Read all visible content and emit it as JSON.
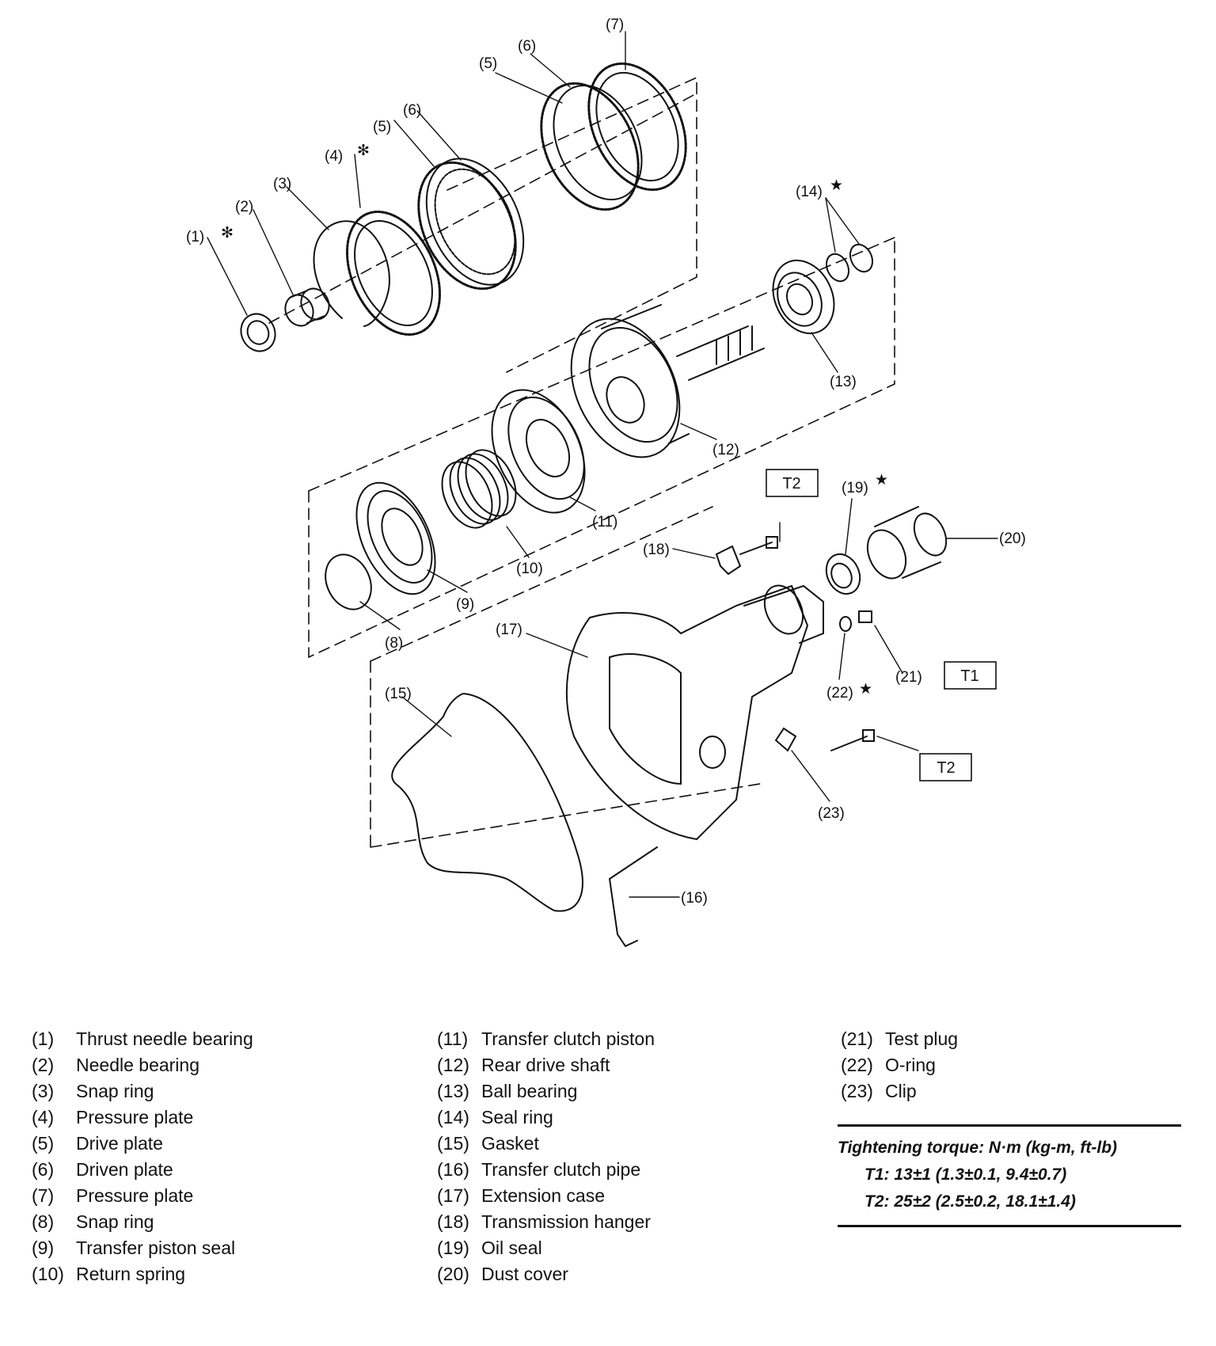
{
  "callouts": {
    "c1": "(1)",
    "c2": "(2)",
    "c3": "(3)",
    "c4": "(4)",
    "c5": "(5)",
    "c6": "(6)",
    "c7": "(7)",
    "c8": "(8)",
    "c9": "(9)",
    "c10": "(10)",
    "c11": "(11)",
    "c12": "(12)",
    "c13": "(13)",
    "c14": "(14)",
    "c15": "(15)",
    "c16": "(16)",
    "c17": "(17)",
    "c18": "(18)",
    "c19": "(19)",
    "c20": "(20)",
    "c21": "(21)",
    "c22": "(22)",
    "c23": "(23)",
    "asterisk": "✻",
    "star": "★"
  },
  "torque_tags": {
    "t1": "T1",
    "t2": "T2"
  },
  "legend": [
    {
      "num": "(1)",
      "name": "Thrust needle bearing"
    },
    {
      "num": "(2)",
      "name": "Needle bearing"
    },
    {
      "num": "(3)",
      "name": "Snap ring"
    },
    {
      "num": "(4)",
      "name": "Pressure plate"
    },
    {
      "num": "(5)",
      "name": "Drive plate"
    },
    {
      "num": "(6)",
      "name": "Driven plate"
    },
    {
      "num": "(7)",
      "name": "Pressure plate"
    },
    {
      "num": "(8)",
      "name": "Snap ring"
    },
    {
      "num": "(9)",
      "name": "Transfer piston seal"
    },
    {
      "num": "(10)",
      "name": "Return spring"
    },
    {
      "num": "(11)",
      "name": "Transfer clutch piston"
    },
    {
      "num": "(12)",
      "name": "Rear drive shaft"
    },
    {
      "num": "(13)",
      "name": "Ball bearing"
    },
    {
      "num": "(14)",
      "name": "Seal ring"
    },
    {
      "num": "(15)",
      "name": "Gasket"
    },
    {
      "num": "(16)",
      "name": "Transfer clutch pipe"
    },
    {
      "num": "(17)",
      "name": "Extension case"
    },
    {
      "num": "(18)",
      "name": "Transmission hanger"
    },
    {
      "num": "(19)",
      "name": "Oil seal"
    },
    {
      "num": "(20)",
      "name": "Dust cover"
    },
    {
      "num": "(21)",
      "name": "Test plug"
    },
    {
      "num": "(22)",
      "name": "O-ring"
    },
    {
      "num": "(23)",
      "name": "Clip"
    }
  ],
  "torque": {
    "heading": "Tightening torque: N·m (kg-m, ft-lb)",
    "t1": "T1: 13±1 (1.3±0.1, 9.4±0.7)",
    "t2": "T2: 25±2 (2.5±0.2, 18.1±1.4)"
  }
}
